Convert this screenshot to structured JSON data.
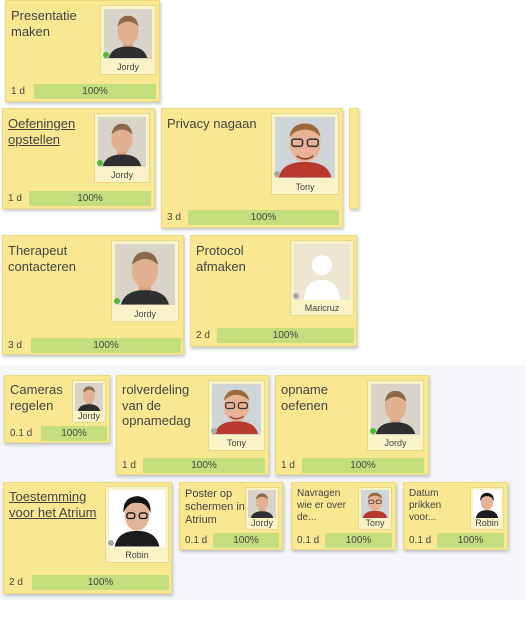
{
  "cards": {
    "presentatie": {
      "title": "Presentatie maken",
      "assignee": "Jordy",
      "duration": "1 d",
      "progress": "100%"
    },
    "oefeningen": {
      "title": "Oefeningen opstellen",
      "assignee": "Jordy",
      "duration": "1 d",
      "progress": "100%"
    },
    "privacy": {
      "title": "Privacy nagaan",
      "assignee": "Tony",
      "duration": "3 d",
      "progress": "100%"
    },
    "therapeut": {
      "title": "Therapeut contacteren",
      "assignee": "Jordy",
      "duration": "3 d",
      "progress": "100%"
    },
    "protocol": {
      "title": "Protocol afmaken",
      "assignee": "Maricruz",
      "duration": "2 d",
      "progress": "100%"
    },
    "cameras": {
      "title": "Cameras regelen",
      "assignee": "Jordy",
      "duration": "0.1 d",
      "progress": "100%"
    },
    "rolverdeling": {
      "title": "rolverdeling van de opnamedag",
      "assignee": "Tony",
      "duration": "1 d",
      "progress": "100%"
    },
    "opname": {
      "title": "opname oefenen",
      "assignee": "Jordy",
      "duration": "1 d",
      "progress": "100%"
    },
    "toestemming": {
      "title": "Toestemming voor het Atrium",
      "assignee": "Robin",
      "duration": "2 d",
      "progress": "100%"
    },
    "poster": {
      "title": "Poster op schermen in Atrium",
      "assignee": "Jordy",
      "duration": "0.1 d",
      "progress": "100%"
    },
    "navragen": {
      "title": "Navragen wie er over de...",
      "assignee": "Tony",
      "duration": "0.1 d",
      "progress": "100%"
    },
    "datum": {
      "title": "Datum prikken voor...",
      "assignee": "Robin",
      "duration": "0.1 d",
      "progress": "100%"
    }
  },
  "avatar_icons": {
    "jordy": "person-photo-icon",
    "tony": "person-photo-icon",
    "robin": "person-photo-icon",
    "maricruz": "silhouette-placeholder-icon"
  },
  "colors": {
    "card": "#f9e791",
    "progress": "#c4de7e",
    "online": "#52b83a",
    "offline": "#a9a9a9"
  }
}
